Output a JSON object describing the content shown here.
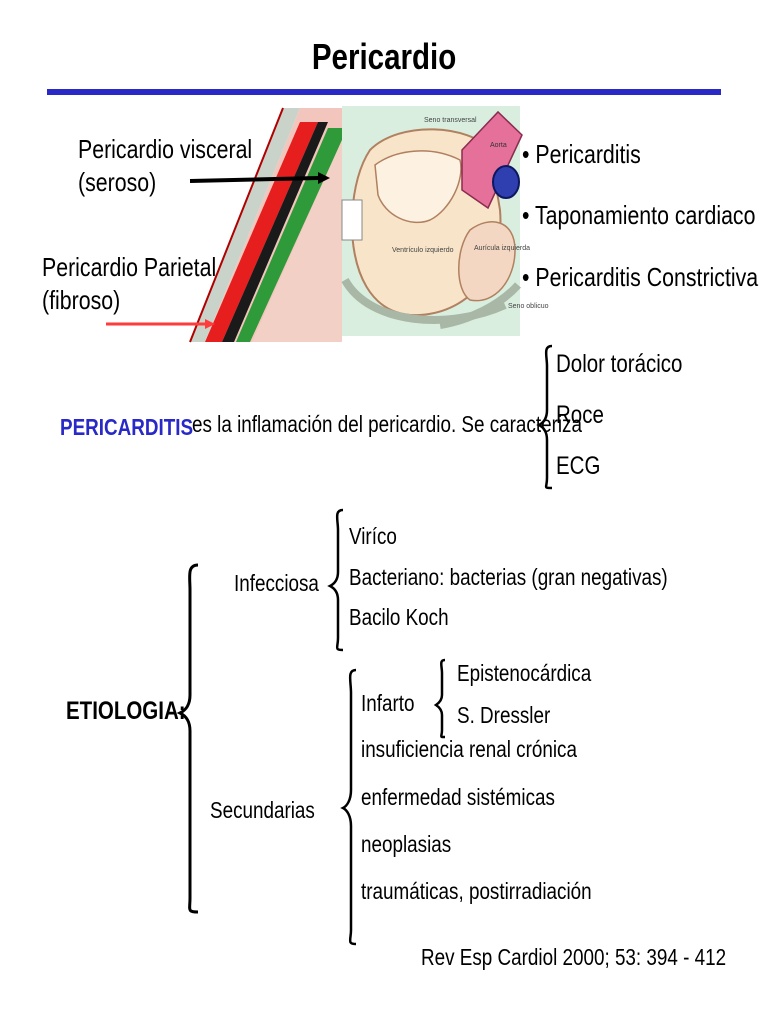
{
  "title": "Pericardio",
  "diagram": {
    "visceral_label": [
      "Pericardio visceral",
      "(seroso)"
    ],
    "parietal_label": [
      "Pericardio Parietal",
      "(fibroso)"
    ],
    "heart_labels": [
      "Seno transversal",
      "Aorta",
      "Ventrículo izquierdo",
      "Aurícula izquierda",
      "Seno oblicuo"
    ]
  },
  "bullets": [
    "Pericarditis",
    "Taponamiento cardiaco",
    "Pericarditis Constrictiva"
  ],
  "pericarditis": {
    "term": "PERICARDITIS",
    "definition": "es la inflamación del pericardio. Se caracteriza",
    "features": [
      "Dolor torácico",
      "Roce",
      "ECG"
    ]
  },
  "etiologia": {
    "label": "ETIOLOGIA:",
    "infecciosa": {
      "label": "Infecciosa",
      "items": [
        "Viríco",
        "Bacteriano:  bacterias (gran negativas)",
        "Bacilo Koch"
      ]
    },
    "secundarias": {
      "label": "Secundarias",
      "infarto": {
        "label": "Infarto",
        "items": [
          "Epistenocárdica",
          "S. Dressler"
        ]
      },
      "items": [
        "insuficiencia renal crónica",
        "enfermedad sistémicas",
        "neoplasias",
        "traumáticas, postirradiación"
      ]
    }
  },
  "reference": "Rev Esp Cardiol 2000; 53: 394 - 412",
  "colors": {
    "rule": "#2929c8",
    "pericarditis_term": "#2929c8",
    "arrow_red": "#ff3b3b"
  }
}
